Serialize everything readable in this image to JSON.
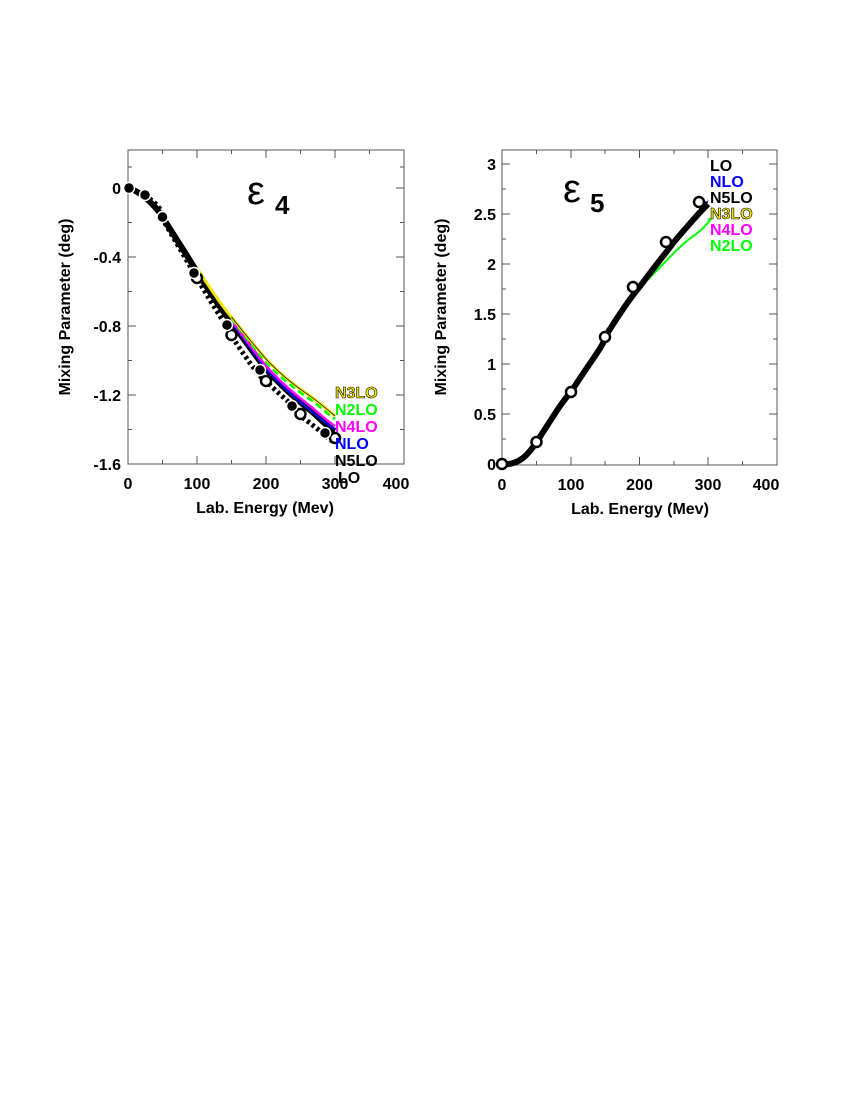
{
  "chart_data": [
    {
      "type": "line",
      "title": "ε4",
      "title_symbol": "ε",
      "title_subscript": "4",
      "xlabel": "Lab. Energy (Mev)",
      "ylabel": "Mixing Parameter (deg)",
      "xlim": [
        0,
        400
      ],
      "ylim": [
        -1.6,
        0.22
      ],
      "xticks": [
        "0",
        "100",
        "200",
        "300",
        "400"
      ],
      "yticks": [
        "0",
        "-0.4",
        "-0.8",
        "-1.2",
        "-1.6"
      ],
      "grid": false,
      "legend_position": "right, near x=300",
      "legend": [
        {
          "label": "N3LO",
          "color": "#f2e600",
          "outlined": true
        },
        {
          "label": "N2LO",
          "color": "#00ff00"
        },
        {
          "label": "N4LO",
          "color": "#ff00ff"
        },
        {
          "label": "NLO",
          "color": "#0000ff"
        },
        {
          "label": "N5LO",
          "color": "#000000"
        },
        {
          "label": "LO",
          "color": "#000000"
        }
      ],
      "series": [
        {
          "name": "LO",
          "color": "#000000",
          "style": "dotted thick",
          "x": [
            0,
            50,
            100,
            150,
            200,
            250,
            300
          ],
          "values": [
            0,
            -0.18,
            -0.52,
            -0.86,
            -1.12,
            -1.32,
            -1.48
          ]
        },
        {
          "name": "NLO",
          "color": "#0000ff",
          "style": "solid",
          "x": [
            0,
            50,
            100,
            150,
            200,
            250,
            300
          ],
          "values": [
            0,
            -0.17,
            -0.49,
            -0.79,
            -1.05,
            -1.24,
            -1.4
          ]
        },
        {
          "name": "N2LO",
          "color": "#00ff00",
          "style": "dashed",
          "x": [
            0,
            50,
            100,
            150,
            200,
            250,
            300
          ],
          "values": [
            0,
            -0.17,
            -0.48,
            -0.77,
            -1.01,
            -1.19,
            -1.34
          ]
        },
        {
          "name": "N3LO",
          "color": "#f2e600",
          "style": "solid",
          "x": [
            0,
            50,
            100,
            150,
            200,
            250,
            300
          ],
          "values": [
            0,
            -0.17,
            -0.47,
            -0.76,
            -0.99,
            -1.17,
            -1.32
          ]
        },
        {
          "name": "N4LO",
          "color": "#ff00ff",
          "style": "solid",
          "x": [
            0,
            50,
            100,
            150,
            200,
            250,
            300
          ],
          "values": [
            0,
            -0.17,
            -0.49,
            -0.78,
            -1.03,
            -1.22,
            -1.38
          ]
        },
        {
          "name": "N5LO",
          "color": "#000000",
          "style": "solid thick",
          "x": [
            0,
            50,
            100,
            150,
            200,
            250,
            300
          ],
          "values": [
            0,
            -0.17,
            -0.49,
            -0.79,
            -1.05,
            -1.25,
            -1.41
          ]
        },
        {
          "name": "Data (filled)",
          "marker": "filled-circle",
          "x": [
            0,
            25,
            50,
            100,
            150,
            200,
            250,
            300
          ],
          "values": [
            0,
            -0.04,
            -0.17,
            -0.49,
            -0.79,
            -1.05,
            -1.26,
            -1.42
          ]
        },
        {
          "name": "Data (open)",
          "marker": "open-circle",
          "x": [
            100,
            150,
            200,
            250,
            300
          ],
          "values": [
            -0.52,
            -0.85,
            -1.12,
            -1.31,
            -1.45
          ]
        }
      ]
    },
    {
      "type": "line",
      "title": "ε5",
      "title_symbol": "ε",
      "title_subscript": "5",
      "xlabel": "Lab. Energy (Mev)",
      "ylabel": "Mixing Parameter (deg)",
      "xlim": [
        0,
        400
      ],
      "ylim": [
        0,
        3.14
      ],
      "xticks": [
        "0",
        "100",
        "200",
        "300",
        "400"
      ],
      "yticks": [
        "0",
        "0.5",
        "1",
        "1.5",
        "2",
        "2.5",
        "3"
      ],
      "grid": false,
      "legend_position": "upper right",
      "legend": [
        {
          "label": "LO",
          "color": "#000000"
        },
        {
          "label": "NLO",
          "color": "#0000ff"
        },
        {
          "label": "N5LO",
          "color": "#000000"
        },
        {
          "label": "N3LO",
          "color": "#f2e600",
          "outlined": true
        },
        {
          "label": "N4LO",
          "color": "#ff00ff"
        },
        {
          "label": "N2LO",
          "color": "#00ff00"
        }
      ],
      "series": [
        {
          "name": "LO",
          "color": "#000000",
          "style": "dotted",
          "x": [
            0,
            50,
            100,
            150,
            200,
            250,
            300
          ],
          "values": [
            0,
            0.22,
            0.72,
            1.27,
            1.78,
            2.23,
            2.62
          ]
        },
        {
          "name": "NLO",
          "color": "#0000ff",
          "style": "dashed",
          "x": [
            0,
            50,
            100,
            150,
            200,
            250,
            300
          ],
          "values": [
            0,
            0.22,
            0.72,
            1.27,
            1.78,
            2.23,
            2.61
          ]
        },
        {
          "name": "N2LO",
          "color": "#00ff00",
          "style": "solid",
          "x": [
            0,
            50,
            100,
            150,
            200,
            250,
            300
          ],
          "values": [
            0,
            0.21,
            0.71,
            1.25,
            1.75,
            2.18,
            2.55
          ]
        },
        {
          "name": "N3LO",
          "color": "#f2e600",
          "style": "solid",
          "x": [
            0,
            50,
            100,
            150,
            200,
            250,
            300
          ],
          "values": [
            0,
            0.22,
            0.71,
            1.26,
            1.76,
            2.2,
            2.57
          ]
        },
        {
          "name": "N4LO",
          "color": "#ff00ff",
          "style": "solid",
          "x": [
            0,
            50,
            100,
            150,
            200,
            250,
            300
          ],
          "values": [
            0,
            0.22,
            0.71,
            1.26,
            1.76,
            2.2,
            2.58
          ]
        },
        {
          "name": "N5LO",
          "color": "#000000",
          "style": "solid thick",
          "x": [
            0,
            50,
            100,
            150,
            200,
            250,
            300
          ],
          "values": [
            0,
            0.22,
            0.72,
            1.27,
            1.77,
            2.21,
            2.58
          ]
        },
        {
          "name": "Data (open)",
          "marker": "open-circle",
          "x": [
            0,
            50,
            100,
            150,
            200,
            250,
            300
          ],
          "values": [
            0,
            0.22,
            0.72,
            1.27,
            1.77,
            2.22,
            2.62
          ]
        }
      ]
    }
  ],
  "labels": {
    "left_ylabel": "Mixing Parameter (deg)",
    "left_xlabel": "Lab. Energy (Mev)",
    "right_ylabel": "Mixing Parameter (deg)",
    "right_xlabel": "Lab. Energy (Mev)",
    "left_title_symbol": "ε",
    "left_title_sub": "4",
    "right_title_symbol": "ε",
    "right_title_sub": "5",
    "left_xticks": [
      "0",
      "100",
      "200",
      "300",
      "400"
    ],
    "left_yticks": [
      "0",
      "-0.4",
      "-0.8",
      "-1.2",
      "-1.6"
    ],
    "right_xticks": [
      "0",
      "100",
      "200",
      "300",
      "400"
    ],
    "right_yticks": [
      "0",
      "0.5",
      "1",
      "1.5",
      "2",
      "2.5",
      "3"
    ],
    "left_legend": [
      "N3LO",
      "N2LO",
      "N4LO",
      "NLO",
      "N5LO",
      "LO"
    ],
    "right_legend": [
      "LO",
      "NLO",
      "N5LO",
      "N3LO",
      "N4LO",
      "N2LO"
    ]
  },
  "colors": {
    "yellow": "#f2e600",
    "green": "#00ff00",
    "magenta": "#ff00ff",
    "blue": "#0000ff",
    "black": "#000000"
  }
}
